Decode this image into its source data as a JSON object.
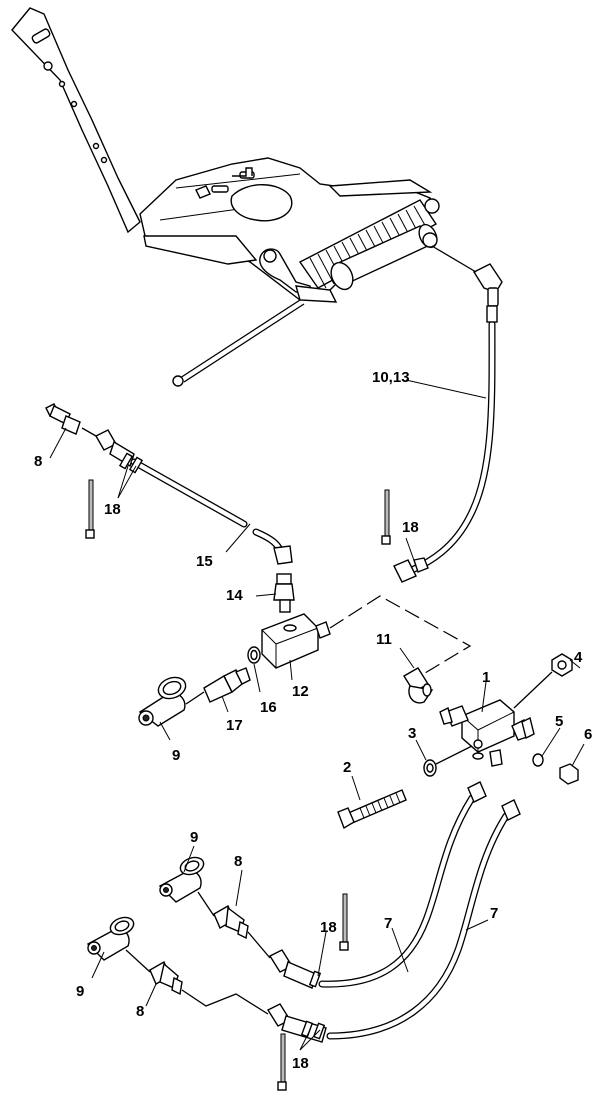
{
  "callouts": {
    "c1": "1",
    "c2": "2",
    "c3": "3",
    "c4": "4",
    "c5": "5",
    "c6": "6",
    "c7a": "7",
    "c7b": "7",
    "c8a": "8",
    "c8b": "8",
    "c8c": "8",
    "c9a": "9",
    "c9b": "9",
    "c9c": "9",
    "c10": "10,13",
    "c11": "11",
    "c12": "12",
    "c14": "14",
    "c15": "15",
    "c16": "16",
    "c17": "17",
    "c18a": "18",
    "c18b": "18",
    "c18c": "18",
    "c18d": "18"
  }
}
